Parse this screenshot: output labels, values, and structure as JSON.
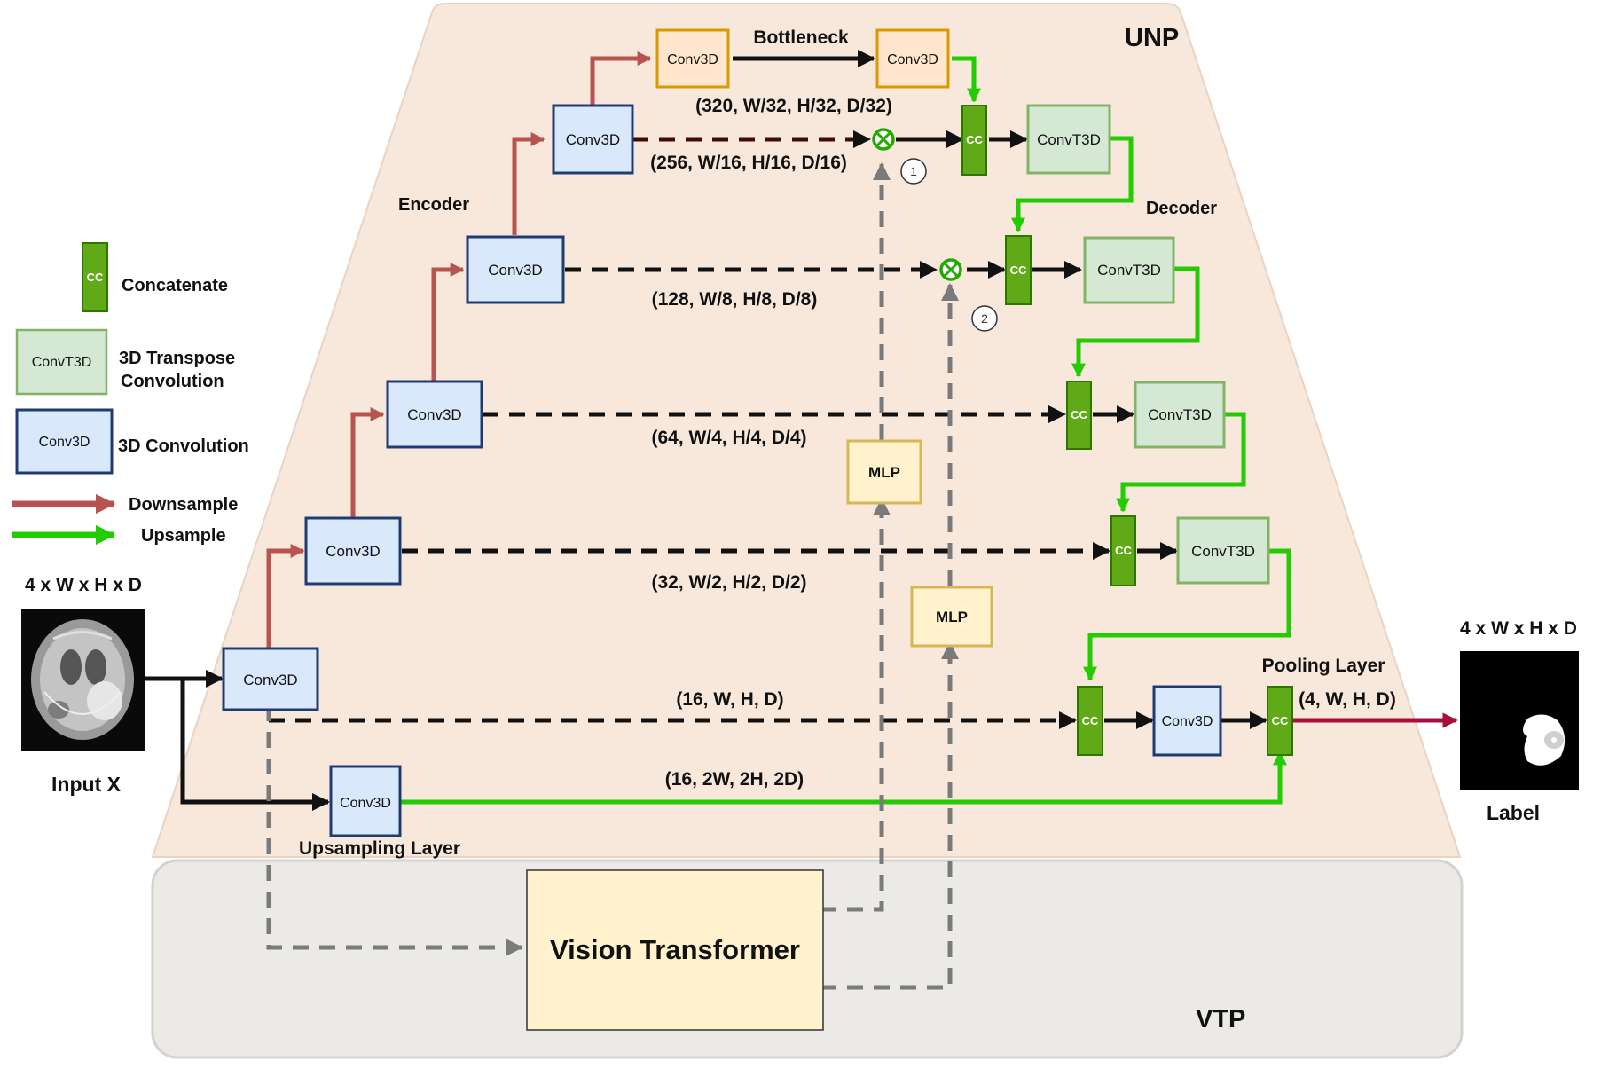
{
  "regions": {
    "unp": "UNP",
    "vtp": "VTP"
  },
  "legend": {
    "concatenate": "Concatenate",
    "transpose": "3D Transpose\nConvolution",
    "convolution": "3D Convolution",
    "downsample": "Downsample",
    "upsample": "Upsample",
    "cc_icon": "CC",
    "convt_icon": "ConvT3D",
    "conv_icon": "Conv3D"
  },
  "labels": {
    "input_dims": "4 x W x H x D",
    "input_caption": "Input X",
    "output_dims": "4 x W x H x D",
    "output_caption": "Label",
    "encoder": "Encoder",
    "decoder": "Decoder",
    "bottleneck": "Bottleneck",
    "pooling_layer": "Pooling Layer",
    "upsampling_layer": "Upsampling Layer",
    "vision_transformer": "Vision Transformer",
    "mlp": "MLP",
    "marker1": "1",
    "marker2": "2"
  },
  "blocks": {
    "conv": "Conv3D",
    "convt": "ConvT3D",
    "cc": "CC"
  },
  "shapes": {
    "s0": "(16, W, H, D)",
    "s1": "(32, W/2, H/2, D/2)",
    "s2": "(64, W/4, H/4, D/4)",
    "s3": "(128, W/8, H/8, D/8)",
    "s4": "(256, W/16, H/16, D/16)",
    "s5": "(320, W/32, H/32, D/32)",
    "pool": "(4, W, H, D)",
    "up": "(16, 2W, 2H, 2D)"
  },
  "colors": {
    "unp_bg": "#f8e8dc",
    "vtp_bg": "#ebeae6",
    "conv_fill": "#dae8fc",
    "conv_stroke": "#1f3b73",
    "convt_fill": "#d5e8d4",
    "convt_stroke": "#82b366",
    "cc_fill": "#60a917",
    "cc_stroke": "#2d7600",
    "bottleneck_fill": "#ffe6cc",
    "bottleneck_stroke": "#d79b00",
    "mlp_fill": "#fff2cc",
    "mlp_stroke": "#d6b656",
    "downsample": "#b85450",
    "upsample": "#22cc00",
    "skip": "#111111",
    "vit_path": "#7a7a7a",
    "output": "#a50f3a"
  }
}
